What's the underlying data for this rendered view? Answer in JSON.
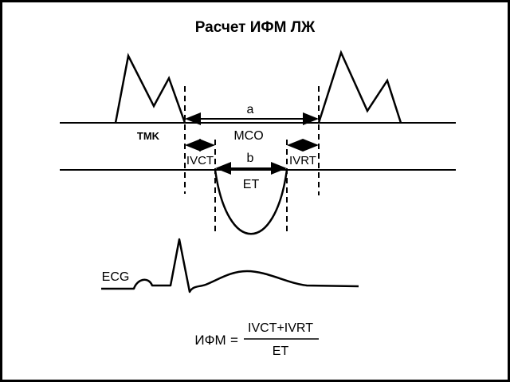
{
  "title": "Расчет ИФМ ЛЖ",
  "labels": {
    "a": "a",
    "mco": "MCO",
    "b": "b",
    "et": "ET",
    "tmk": "TMK",
    "ivct": "IVCT",
    "ivrt": "IVRT",
    "ecg": "ECG"
  },
  "formula": {
    "lhs": "ИФМ",
    "equals": "=",
    "numerator": "IVCT+IVRT",
    "denominator": "ET"
  }
}
